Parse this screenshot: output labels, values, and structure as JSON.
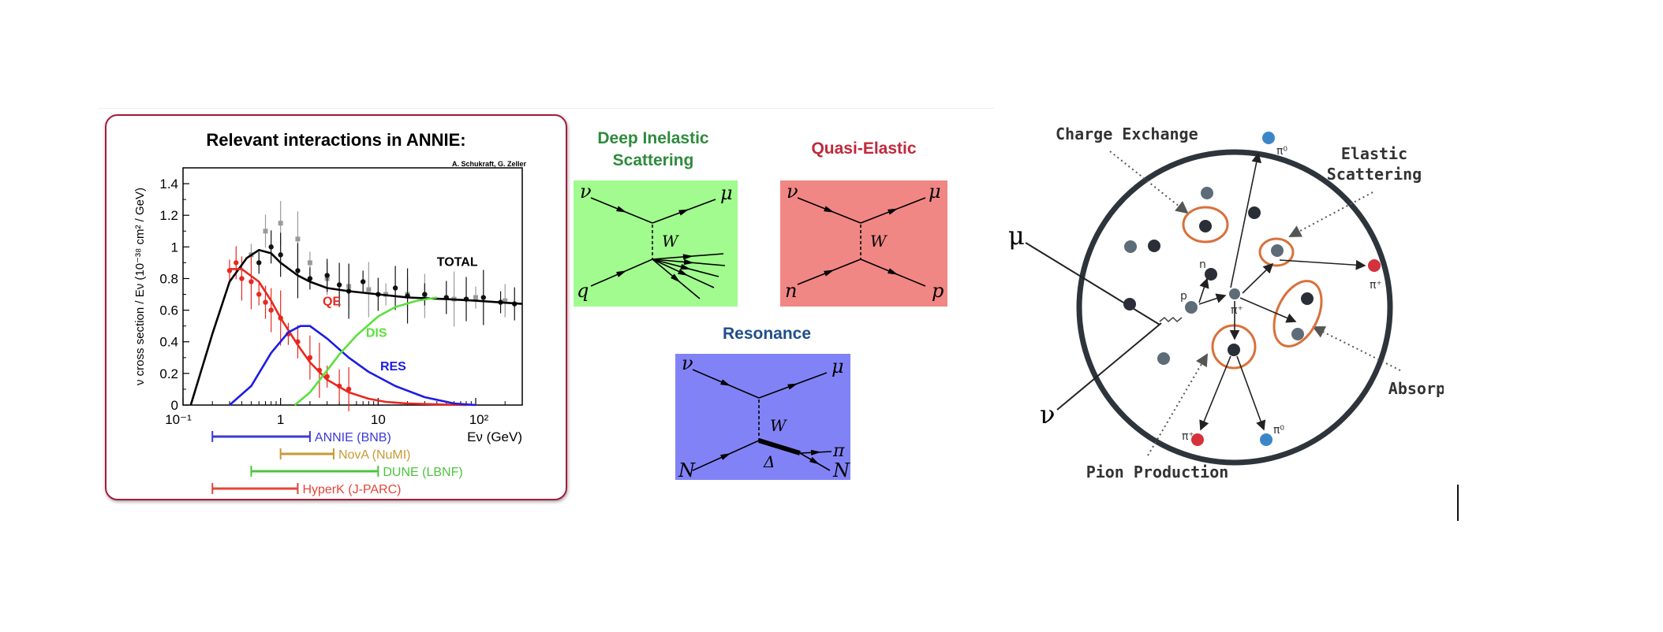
{
  "panel": {
    "title": "Relevant interactions in ANNIE:",
    "credit": "A. Schukraft, G. Zeller"
  },
  "chart_data": {
    "type": "line",
    "ylabel": "ν cross section / Eν (10⁻³⁸ cm² / GeV)",
    "xlabel": "Eν (GeV)",
    "xscale": "log",
    "xlim": [
      0.1,
      300
    ],
    "ylim": [
      0,
      1.5
    ],
    "yticks": [
      "0",
      "0.2",
      "0.4",
      "0.6",
      "0.8",
      "1",
      "1.2",
      "1.4"
    ],
    "xticks": [
      "10⁻¹",
      "1",
      "10",
      "10²"
    ],
    "series": [
      {
        "name": "TOTAL",
        "color": "#000000",
        "x": [
          0.12,
          0.2,
          0.3,
          0.45,
          0.6,
          0.8,
          1.0,
          1.5,
          2,
          3,
          5,
          10,
          20,
          50,
          100,
          300
        ],
        "y": [
          0.0,
          0.45,
          0.78,
          0.93,
          0.98,
          0.96,
          0.9,
          0.82,
          0.78,
          0.74,
          0.72,
          0.7,
          0.68,
          0.67,
          0.66,
          0.64
        ]
      },
      {
        "name": "QE",
        "color": "#e8281e",
        "x": [
          0.3,
          0.4,
          0.6,
          0.8,
          1.0,
          1.5,
          2,
          3,
          5,
          8,
          12,
          20,
          40,
          80
        ],
        "y": [
          0.86,
          0.86,
          0.78,
          0.66,
          0.55,
          0.38,
          0.27,
          0.16,
          0.08,
          0.04,
          0.02,
          0.01,
          0.004,
          0.0
        ]
      },
      {
        "name": "RES",
        "color": "#1c1ce6",
        "x": [
          0.3,
          0.5,
          0.8,
          1.2,
          1.6,
          2,
          3,
          5,
          8,
          15,
          30,
          60,
          100
        ],
        "y": [
          0.0,
          0.12,
          0.33,
          0.46,
          0.5,
          0.5,
          0.42,
          0.3,
          0.21,
          0.12,
          0.05,
          0.01,
          0.0
        ]
      },
      {
        "name": "DIS",
        "color": "#5ce03c",
        "x": [
          1.4,
          2,
          3,
          4,
          6,
          10,
          15,
          25,
          40
        ],
        "y": [
          0.0,
          0.08,
          0.22,
          0.32,
          0.44,
          0.56,
          0.62,
          0.66,
          0.68
        ]
      }
    ],
    "data_points": {
      "red": {
        "x": [
          0.3,
          0.35,
          0.4,
          0.5,
          0.6,
          0.7,
          0.8,
          1.0,
          1.2,
          1.5,
          2,
          2.5,
          3,
          4,
          5
        ],
        "y": [
          0.85,
          0.9,
          0.8,
          0.78,
          0.7,
          0.65,
          0.6,
          0.55,
          0.45,
          0.4,
          0.3,
          0.22,
          0.18,
          0.12,
          0.1
        ]
      },
      "black": {
        "x": [
          0.6,
          0.8,
          1,
          1.5,
          2,
          3,
          4,
          5,
          7,
          10,
          15,
          20,
          30,
          50,
          80,
          120,
          180,
          250
        ],
        "y": [
          0.9,
          1.0,
          0.95,
          0.85,
          0.8,
          0.82,
          0.76,
          0.72,
          0.78,
          0.7,
          0.74,
          0.69,
          0.7,
          0.68,
          0.67,
          0.68,
          0.65,
          0.64
        ]
      },
      "gray": {
        "x": [
          0.5,
          0.7,
          1,
          1.5,
          2,
          3,
          5,
          8,
          12,
          20,
          30,
          60,
          100,
          200
        ],
        "y": [
          0.95,
          1.1,
          1.15,
          1.05,
          0.9,
          0.8,
          0.75,
          0.73,
          0.7,
          0.7,
          0.69,
          0.67,
          0.68,
          0.66
        ]
      }
    },
    "experiments": [
      {
        "label": "ANNIE (BNB)",
        "color": "#3a3ad6",
        "range": [
          0.2,
          2.0
        ]
      },
      {
        "label": "NovA (NuMI)",
        "color": "#c79a35",
        "range": [
          1.0,
          3.5
        ]
      },
      {
        "label": "DUNE (LBNF)",
        "color": "#4cc43c",
        "range": [
          0.5,
          10
        ]
      },
      {
        "label": "HyperK (J-PARC)",
        "color": "#e3453a",
        "range": [
          0.2,
          1.5
        ]
      }
    ]
  },
  "diagrams": {
    "dis": {
      "title_line1": "Deep Inelastic",
      "title_line2": "Scattering",
      "title_color": "#2e8b3c",
      "bg": "#a1fb8e",
      "labels": {
        "tl": "ν",
        "tr": "μ",
        "bl": "q",
        "mid": "W"
      }
    },
    "qe": {
      "title": "Quasi-Elastic",
      "title_color": "#c0283b",
      "bg": "#f08784",
      "labels": {
        "tl": "ν",
        "tr": "μ",
        "bl": "n",
        "br": "p",
        "mid": "W"
      }
    },
    "res": {
      "title": "Resonance",
      "title_color": "#1f4e8c",
      "bg": "#8282f7",
      "labels": {
        "tl": "ν",
        "tr": "μ",
        "bl": "N",
        "br": "N",
        "mid": "W",
        "delta": "Δ",
        "pi": "π"
      }
    }
  },
  "nucleus": {
    "labels": {
      "charge_exchange": "Charge Exchange",
      "elastic1": "Elastic",
      "elastic2": "Scattering",
      "absorption": "Absorption",
      "pion_production": "Pion Production",
      "mu": "μ",
      "nu": "ν",
      "n": "n",
      "p": "p",
      "pi_plus": "π⁺",
      "pi_zero": "π⁰"
    },
    "colors": {
      "outline": "#2e343b",
      "dark": "#2a2e36",
      "gray": "#5e6c78",
      "blue": "#3b86c8",
      "red": "#d4323c",
      "orange": "#d9703a"
    }
  }
}
